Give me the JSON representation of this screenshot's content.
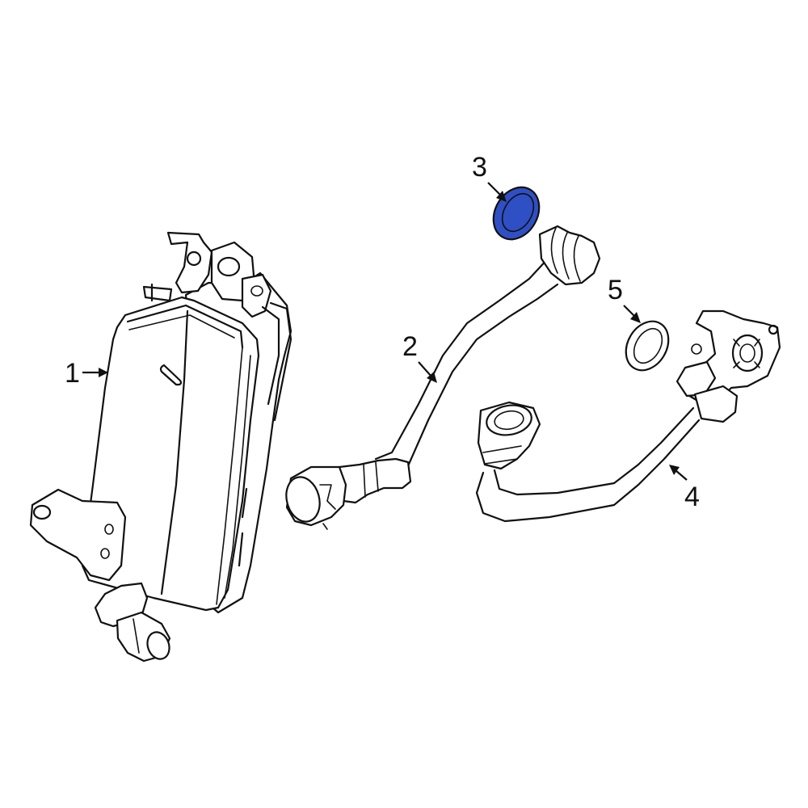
{
  "callouts": [
    {
      "id": "1",
      "label": "1"
    },
    {
      "id": "2",
      "label": "2"
    },
    {
      "id": "3",
      "label": "3"
    },
    {
      "id": "4",
      "label": "4"
    },
    {
      "id": "5",
      "label": "5"
    }
  ],
  "colors": {
    "line": "#111111",
    "highlight": "#2f4fc4",
    "background": "#ffffff"
  }
}
